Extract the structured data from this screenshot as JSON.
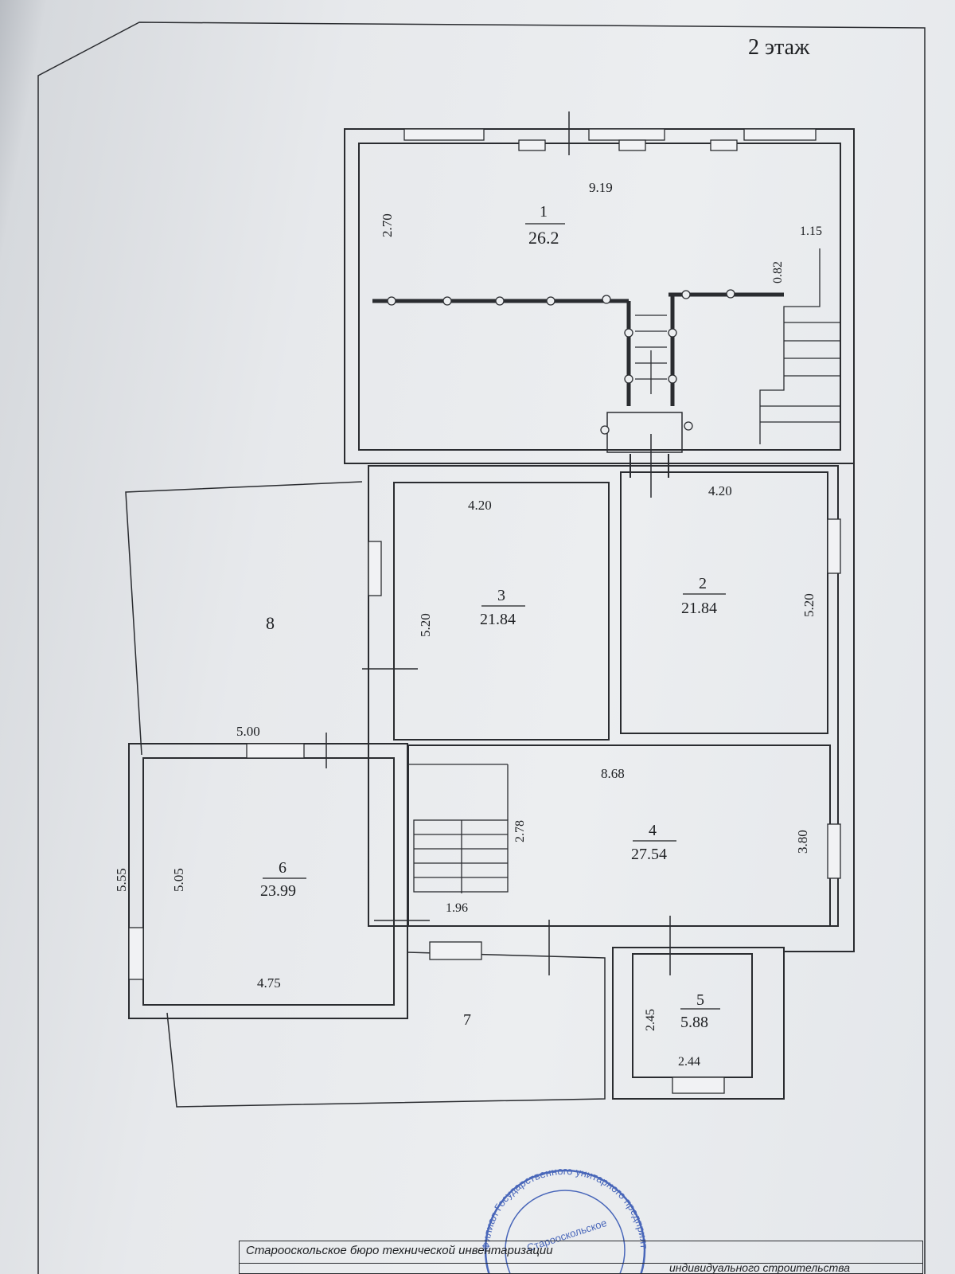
{
  "floor_label": "2 этаж",
  "rooms": [
    {
      "number": "1",
      "area": "26.2"
    },
    {
      "number": "2",
      "area": "21.84"
    },
    {
      "number": "3",
      "area": "21.84"
    },
    {
      "number": "4",
      "area": "27.54"
    },
    {
      "number": "5",
      "area": "5.88"
    },
    {
      "number": "6",
      "area": "23.99"
    },
    {
      "number": "7"
    },
    {
      "number": "8"
    }
  ],
  "dimensions": {
    "room1_width": "9.19",
    "room1_height": "2.70",
    "stair_width": "1.15",
    "stair_step": "0.82",
    "room3_width": "4.20",
    "room3_height": "5.20",
    "room2_width": "4.20",
    "room2_height": "5.20",
    "room4_width": "8.68",
    "room4_height": "3.80",
    "stair2_height": "2.78",
    "stair2_width": "1.96",
    "room6_top": "5.00",
    "room6_outer_height": "5.55",
    "room6_inner_height": "5.05",
    "room6_width": "4.75",
    "room5_height": "2.45",
    "room5_width": "2.44"
  },
  "title_block": {
    "org_line": "Старооскольское бюро технической инвентаризации",
    "second_line": "индивидуального строительства"
  },
  "stamp": {
    "ring_text": "Филиал Государственного унитарного предприятия Белгородской области «Белоблтехинвентаризация»",
    "inner_text": "Старооскольское"
  },
  "colors": {
    "ink": "#1d1f22",
    "stamp_blue": "#2c4fb0"
  }
}
